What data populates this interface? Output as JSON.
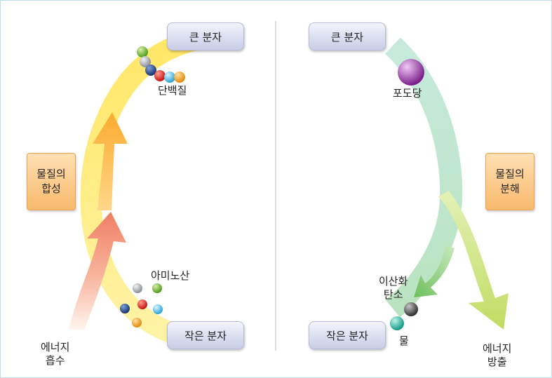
{
  "left": {
    "top_box": "큰 분자",
    "bottom_box": "작은 분자",
    "process": "물질의\n합성",
    "big_molecule_label": "단백질",
    "small_molecule_label": "아미노산",
    "energy_label": "에너지\n흡수"
  },
  "right": {
    "top_box": "큰 분자",
    "bottom_box": "작은 분자",
    "process": "물질의\n분해",
    "big_molecule_label": "포도당",
    "product_1_label": "이산화\n탄소",
    "product_2_label": "물",
    "energy_label": "에너지\n방출"
  },
  "colors": {
    "synthesis_arrow": "#fbb33c",
    "energy_in_arrow": "#f2866b",
    "decomposition_arrow": "#bfe6c9",
    "co2_arrow": "#79c468",
    "energy_out_arrow": "#c8e07a",
    "box_gradient_top": "#f3f4fb",
    "box_gradient_bottom": "#c9cde6",
    "process_box": "#f8b96c"
  },
  "icons": [
    "green-atom-icon",
    "gray-atom-icon",
    "navy-atom-icon",
    "red-atom-icon",
    "cyan-atom-icon",
    "orange-atom-icon",
    "glucose-sphere-icon",
    "co2-sphere-icon",
    "water-sphere-icon"
  ]
}
